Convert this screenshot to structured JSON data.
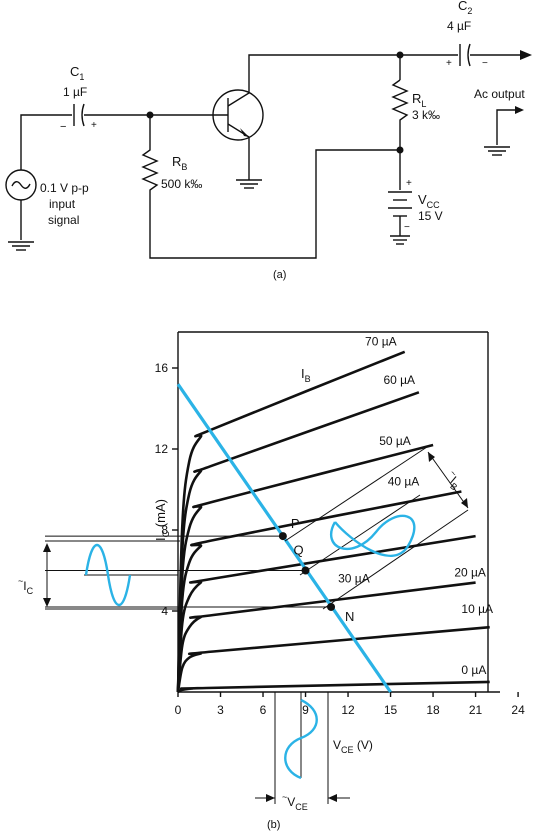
{
  "circuit": {
    "c1_name": "C",
    "c1_sub": "1",
    "c1_value": "1 µF",
    "c1_minus": "−",
    "c1_plus": "+",
    "c2_name": "C",
    "c2_sub": "2",
    "c2_value": "4 µF",
    "c2_plus": "+",
    "c2_minus": "−",
    "rl_name": "R",
    "rl_sub": "L",
    "rl_value": "3 k‰",
    "rb_name": "R",
    "rb_sub": "B",
    "rb_value": "500 k‰",
    "vcc_name": "V",
    "vcc_sub": "CC",
    "vcc_value": "15 V",
    "vcc_plus": "+",
    "vcc_minus": "−",
    "source_line1": "0.1 V p-p",
    "source_line2": "input",
    "source_line3": "signal",
    "output_label": "Ac output",
    "caption": "(a)"
  },
  "graph": {
    "caption": "(b)",
    "colors": {
      "load_line": "#2bb3e6",
      "curves": "#111111"
    },
    "y_axis_label": "I",
    "y_axis_sub": "C",
    "y_axis_unit": " (mA)",
    "x_axis_label": "V",
    "x_axis_sub": "CE",
    "x_axis_unit": " (V)",
    "ib_label": "I",
    "ib_sub": "B",
    "ic_swing_label": "I",
    "ic_swing_sub": "C",
    "vce_swing_label": "V",
    "vce_swing_sub": "CE",
    "ib_swing_label": "I",
    "ib_swing_sub": "B",
    "point_p": "P",
    "point_q": "Q",
    "point_n": "N"
  },
  "chart_data": {
    "type": "line",
    "title": "",
    "xlabel": "VCE (V)",
    "ylabel": "IC (mA)",
    "xlim": [
      0,
      24
    ],
    "ylim": [
      0,
      18
    ],
    "x_ticks": [
      "0",
      "3",
      "6",
      "9",
      "12",
      "15",
      "18",
      "21",
      "24"
    ],
    "y_ticks": [
      "4",
      "8",
      "12",
      "16"
    ],
    "series": [
      {
        "name": "0 µA",
        "label_x": 20,
        "label_y": 0.9,
        "points": [
          [
            0,
            0
          ],
          [
            0.25,
            0.1
          ],
          [
            1,
            0.17
          ],
          [
            2,
            0.2
          ],
          [
            22,
            0.5
          ]
        ]
      },
      {
        "name": "10 µA",
        "label_x": 20,
        "label_y": 3.9,
        "points": [
          [
            0,
            0
          ],
          [
            0.3,
            1.2
          ],
          [
            0.8,
            1.7
          ],
          [
            1.6,
            1.9
          ],
          [
            2.5,
            2
          ],
          [
            22,
            3.2
          ]
        ]
      },
      {
        "name": "20 µA",
        "label_x": 19.5,
        "label_y": 5.7,
        "points": [
          [
            0,
            0
          ],
          [
            0.3,
            2.3
          ],
          [
            0.8,
            3.2
          ],
          [
            1.6,
            3.7
          ],
          [
            2.5,
            3.8
          ],
          [
            21,
            5.4
          ]
        ]
      },
      {
        "name": "30 µA",
        "label_x": 11.3,
        "label_y": 5.4,
        "points": [
          [
            0,
            0
          ],
          [
            0.3,
            3.4
          ],
          [
            0.8,
            4.7
          ],
          [
            1.6,
            5.4
          ],
          [
            2.5,
            5.6
          ],
          [
            21,
            7.7
          ]
        ]
      },
      {
        "name": "40 µA",
        "label_x": 14.8,
        "label_y": 10.2,
        "points": [
          [
            0,
            0
          ],
          [
            0.3,
            4.6
          ],
          [
            0.8,
            6.4
          ],
          [
            1.6,
            7.2
          ],
          [
            2.5,
            7.5
          ],
          [
            20,
            9.9
          ]
        ]
      },
      {
        "name": "50 µA",
        "label_x": 14.2,
        "label_y": 12.2,
        "points": [
          [
            0,
            0
          ],
          [
            0.3,
            5.8
          ],
          [
            0.8,
            8.1
          ],
          [
            1.6,
            9.1
          ],
          [
            2.5,
            9.4
          ],
          [
            18,
            12.2
          ]
        ]
      },
      {
        "name": "60 µA",
        "label_x": 14.5,
        "label_y": 15.2,
        "points": [
          [
            0,
            0
          ],
          [
            0.3,
            7
          ],
          [
            0.8,
            9.8
          ],
          [
            1.6,
            10.9
          ],
          [
            2.5,
            11.2
          ],
          [
            17,
            14.8
          ]
        ]
      },
      {
        "name": "70 µA",
        "label_x": 13.2,
        "label_y": 17.1,
        "points": [
          [
            0,
            0
          ],
          [
            0.3,
            8.2
          ],
          [
            0.8,
            11.4
          ],
          [
            1.6,
            12.6
          ],
          [
            2.5,
            13.0
          ],
          [
            16,
            16.8
          ]
        ]
      }
    ],
    "load_line": {
      "v_intercept": 15,
      "i_intercept": 15.2
    },
    "operating_points": [
      {
        "name": "P",
        "vce": 7.4,
        "ic": 7.7
      },
      {
        "name": "Q",
        "vce": 9.0,
        "ic": 6.0
      },
      {
        "name": "N",
        "vce": 10.8,
        "ic": 4.2
      }
    ]
  }
}
